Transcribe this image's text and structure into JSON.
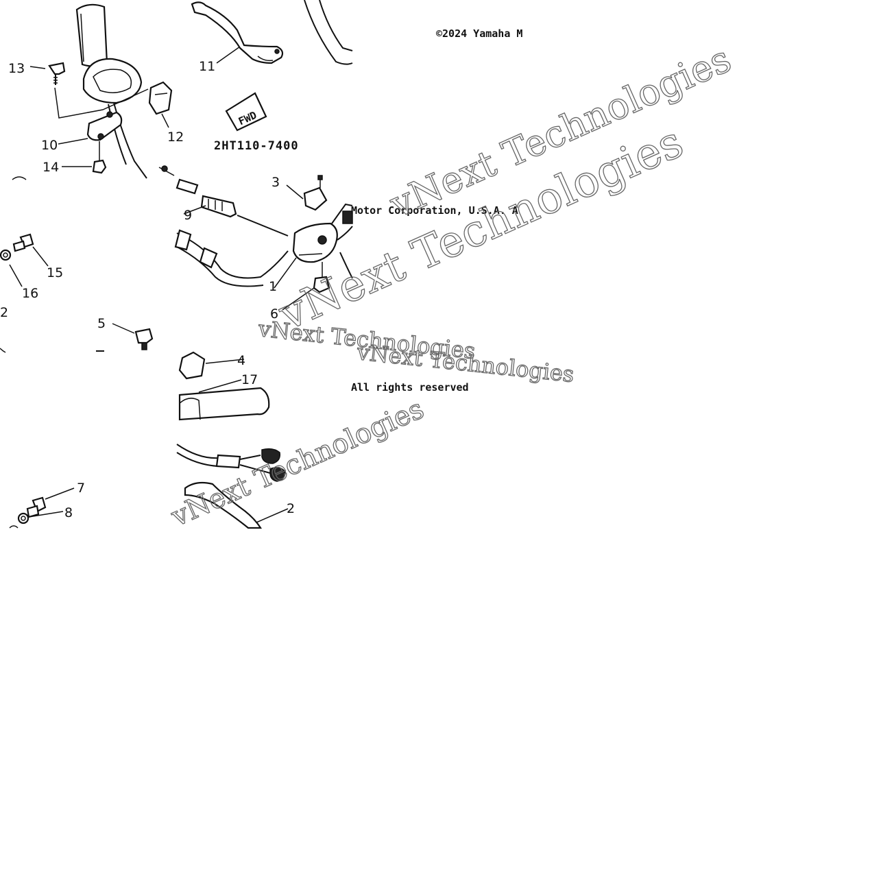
{
  "diagram": {
    "part_code": "2HT110-7400",
    "fwd_label": "FWD",
    "copyright_lines": [
      "©2024 Yamaha M",
      "Motor Corporation, U.S.A. A",
      "All rights reserved"
    ],
    "watermark": [
      "vNext Technologies",
      "vNext Technologies",
      "vNext Technologies",
      "vNext Technologies",
      "vNext Technologies"
    ],
    "callouts": [
      "13",
      "11",
      "10",
      "12",
      "14",
      "9",
      "3",
      "1",
      "15",
      "16",
      "2",
      "5",
      "6",
      "4",
      "17",
      "7",
      "8",
      "2"
    ]
  }
}
